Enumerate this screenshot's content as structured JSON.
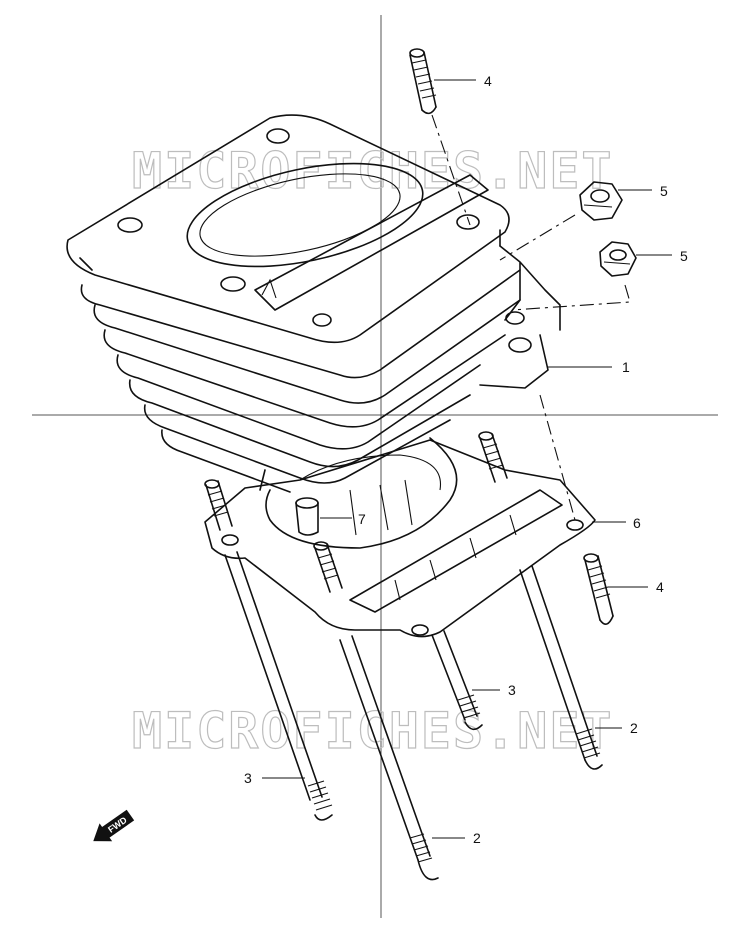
{
  "watermark": {
    "text": "MICROFICHES.NET"
  },
  "callouts": [
    {
      "id": "cyl",
      "number": "1"
    },
    {
      "id": "stud_long_bottom",
      "number": "2"
    },
    {
      "id": "stud_long_right",
      "number": "2"
    },
    {
      "id": "stud_short_left",
      "number": "3"
    },
    {
      "id": "stud_short_mid",
      "number": "3"
    },
    {
      "id": "stud_top",
      "number": "4"
    },
    {
      "id": "stud_right",
      "number": "4"
    },
    {
      "id": "nut_upper",
      "number": "5"
    },
    {
      "id": "nut_lower",
      "number": "5"
    },
    {
      "id": "gasket",
      "number": "6"
    },
    {
      "id": "dowel",
      "number": "7"
    }
  ],
  "forward_arrow": {
    "text": "FWD"
  }
}
